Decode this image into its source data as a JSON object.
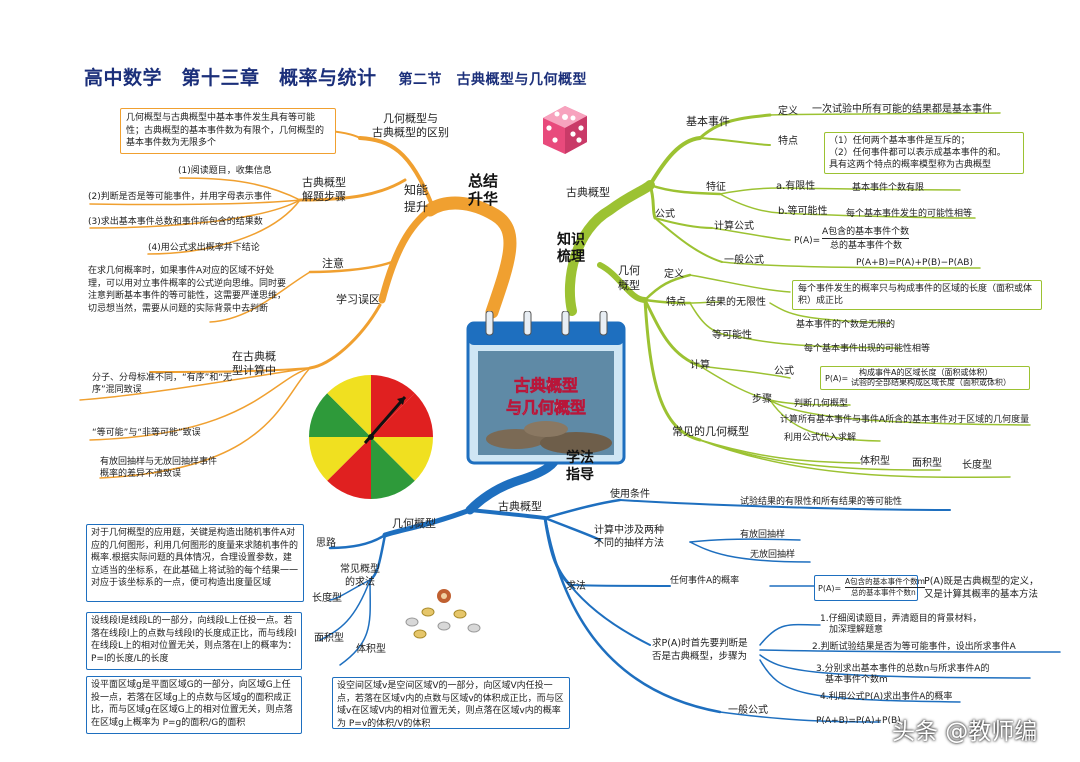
{
  "title": {
    "main": "高中数学　第十三章　概率与统计",
    "sub": "第二节　古典概型与几何概型"
  },
  "center": {
    "line1": "古典概型",
    "line2": "与几何概型"
  },
  "colors": {
    "orange": "#f0a030",
    "green": "#9cc232",
    "blue": "#1e6fbf",
    "title": "#1b2f7a",
    "dice": "#f05a8c"
  },
  "summary": {
    "branch": "总结\n升华",
    "ability": "知能\n提升",
    "diff": {
      "label": "几何概型与\n古典概型的区别",
      "box": "几何概型与古典概型中基本事件发生具有等可能性；古典概型的基本事件数为有限个，几何概型的基本事件数为无限多个"
    },
    "steps": {
      "label": "古典概型\n解题步骤",
      "items": [
        "(1)阅读题目，收集信息",
        "(2)判断是否是等可能事件，并用字母表示事件",
        "(3)求出基本事件总数和事件所包含的结果数",
        "(4)用公式求出概率并下结论"
      ]
    },
    "note": {
      "label": "注意",
      "box": "在求几何概率时，如果事件A对应的区域不好处理，可以用对立事件概率的公式逆向思维。同时要注意判断基本事件的等可能性，这需要严谨思维，切忌想当然，需要从问题的实际背景中去判断"
    },
    "mistakes": {
      "label": "学习误区",
      "sub": "在古典概\n型计算中",
      "items": [
        "分子、分母标准不同，“有序”和“无序”混同致误",
        "“等可能”与“非等可能”致误",
        "有放回抽样与无放回抽样事件概率的差异不清致误"
      ]
    }
  },
  "knowledge": {
    "branch": "知识\n梳理",
    "classical": {
      "label": "古典概型",
      "basic": {
        "label": "基本事件",
        "def_label": "定义",
        "def": "一次试验中所有可能的结果都是基本事件",
        "feat_label": "特点",
        "feat_box": "（1）任何两个基本事件是互斥的；\n（2）任何事件都可以表示成基本事件的和。\n具有这两个特点的概率模型称为古典概型"
      },
      "features": {
        "label": "特征",
        "a_label": "a.有限性",
        "a": "基本事件个数有限",
        "b_label": "b.等可能性",
        "b": "每个基本事件发生的可能性相等"
      },
      "formula": {
        "label": "公式",
        "calc_label": "计算公式",
        "lhs": "P(A)=",
        "num": "A包含的基本事件个数",
        "den": "总的基本事件个数",
        "general_label": "一般公式",
        "general": "P(A+B)=P(A)+P(B)−P(AB)"
      }
    },
    "geometric": {
      "label": "几何\n概型",
      "def_label": "定义",
      "def_box": "每个事件发生的概率只与构成事件的区域的长度（面积或体积）成正比",
      "feat_label": "特点",
      "infinite_label": "结果的无限性",
      "infinite": "基本事件的个数是无限的",
      "equal_label": "等可能性",
      "equal": "每个基本事件出现的可能性相等",
      "calc_label": "计算",
      "formula_label": "公式",
      "f_lhs": "P(A)=",
      "f_num": "构成事件A的区域长度（面积或体积）",
      "f_den": "试验的全部结果构成区域长度（面积或体积）",
      "steps_label": "步骤",
      "steps": [
        "判断几何概型",
        "计算所有基本事件与事件A所含的基本事件对于区域的几何度量",
        "利用公式代入求解"
      ],
      "common_label": "常见的几何概型",
      "common": [
        "体积型",
        "面积型",
        "长度型"
      ]
    }
  },
  "method": {
    "branch": "学法\n指导",
    "classical": {
      "label": "古典概型",
      "cond_label": "使用条件",
      "cond": "试验结果的有限性和所有结果的等可能性",
      "two_label": "计算中涉及两种\n不同的抽样方法",
      "two": [
        "有放回抽样",
        "无放回抽样"
      ],
      "solve_label": "求法",
      "any_label": "任何事件A的概率",
      "any_lhs": "P(A)=",
      "any_num": "A包含的基本事件个数m",
      "any_den": "总的基本事件个数n",
      "any_note": "P(A)既是古典概型的定义，\n又是计算其概率的基本方法",
      "judge_label": "求P(A)时首先要判断是\n否是古典概型，步骤为",
      "judge": [
        "1.仔细阅读题目，弄清题目的背景材料，\n　加深理解题意",
        "2.判断试验结果是否为等可能事件，设出所求事件A",
        "3.分别求出基本事件的总数n与所求事件A的\n　基本事件个数m",
        "4.利用公式P(A)求出事件A的概率"
      ],
      "general_label": "一般公式",
      "general": "P(A+B)=P(A)+P(B)"
    },
    "geometric": {
      "label": "几何概型",
      "idea_label": "思路",
      "idea_box": "对于几何概型的应用题，关键是构造出随机事件A对应的几何图形，利用几何图形的度量来求随机事件的概率.根据实际问题的具体情况，合理设置参数，建立适当的坐标系，在此基础上将试验的每个结果一一对应于该坐标系的一点，便可构造出度量区域",
      "common_label": "常见概型\n的求法",
      "length_label": "长度型",
      "length_box": "设线段l是线段L的一部分，向线段L上任投一点。若落在线段l上的点数与线段l的长度成正比，而与线段l在线段L上的相对位置无关，则点落在l上的概率为：P=l的长度/L的长度",
      "area_label": "面积型",
      "area_box": "设平面区域g是平面区域G的一部分，向区域G上任投一点，若落在区域g上的点数与区域g的面积成正比，而与区域g在区域G上的相对位置无关，则点落在区域g上概率为 P=g的面积/G的面积",
      "volume_label": "体积型",
      "volume_box": "设空间区域v是空间区域V的一部分，向区域V内任投一点，若落在区域v内的点数与区域v的体积成正比，而与区域v在区域V内的相对位置无关，则点落在区域v内的概率为 P=v的体积/V的体积"
    }
  },
  "watermark": "头条 @教师编",
  "icons": [
    "calendar-icon",
    "dice-icon",
    "spinner-icon",
    "coins-icon"
  ]
}
